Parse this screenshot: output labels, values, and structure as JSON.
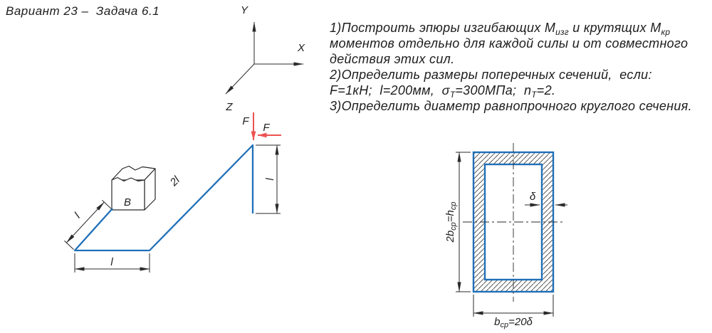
{
  "title": "Вариант 23 –  Задача 6.1",
  "axes": {
    "x": "X",
    "y": "Y",
    "z": "Z"
  },
  "scheme": {
    "support_label": "B",
    "force_vertical_label": "F",
    "force_horizontal_label": "F",
    "dim_left_l": "l",
    "dim_diag_2l": "2l",
    "dim_bottom_l": "l",
    "dim_right_l": "l"
  },
  "problem": {
    "l1a": "1)Построить эпюры изгибающих М",
    "l1a_sub": "изг",
    "l1b": " и крутящих М",
    "l1b_sub": "кр",
    "l2": "моментов отдельно для каждой силы и от совместного",
    "l3": "действия этих сил.",
    "l4": "2)Определить размеры поперечных сечений,  если:",
    "l5a": "F=1кН;  l=200мм,  σ",
    "l5a_sub": "Т",
    "l5b": "=300МПа;  n",
    "l5b_sub": "Т",
    "l5c": "=2.",
    "l6": "3)Определить диаметр равнопрочного круглого сечения."
  },
  "section": {
    "dim_height_a": "2b",
    "dim_height_a_sub": "ср",
    "dim_height_b": "=h",
    "dim_height_b_sub": "ср",
    "dim_width_a": "b",
    "dim_width_a_sub": "ср",
    "dim_width_b": "=20δ",
    "dim_thickness": "δ"
  },
  "colors": {
    "rod_blue": "#2070b8",
    "force_red": "#ee5252",
    "line_black": "#2a2a2a"
  }
}
